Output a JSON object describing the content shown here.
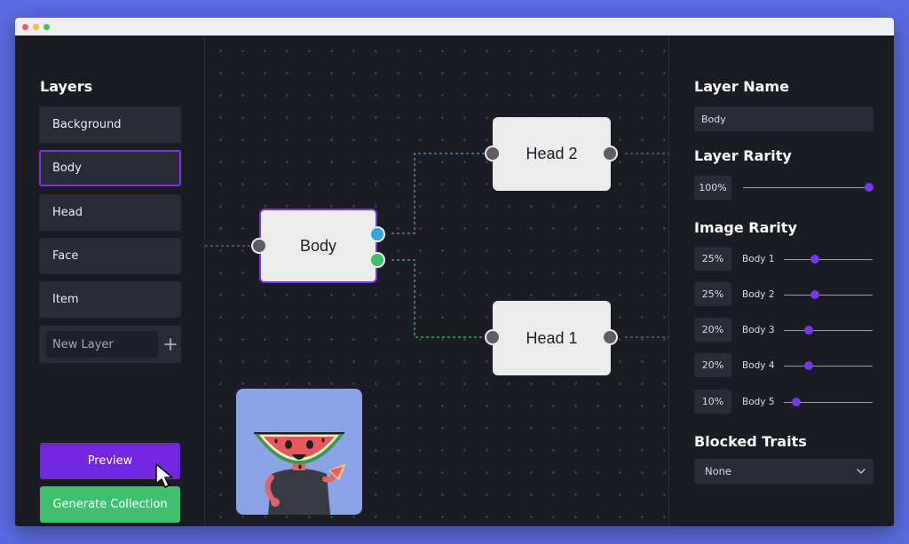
{
  "left_panel": {
    "title": "Layers",
    "layers": [
      {
        "label": "Background",
        "selected": false
      },
      {
        "label": "Body",
        "selected": true
      },
      {
        "label": "Head",
        "selected": false
      },
      {
        "label": "Face",
        "selected": false
      },
      {
        "label": "Item",
        "selected": false
      }
    ],
    "new_layer_placeholder": "New Layer",
    "add_icon": "plus-icon",
    "preview_label": "Preview",
    "generate_label": "Generate Collection"
  },
  "canvas": {
    "nodes": {
      "body": "Body",
      "head2": "Head 2",
      "head1": "Head 1"
    },
    "edge_colors": {
      "blue": "#39a4d8",
      "green": "#3ec070",
      "gray": "#5d5d66"
    }
  },
  "right_panel": {
    "layer_name_title": "Layer Name",
    "layer_name_value": "Body",
    "layer_rarity_title": "Layer Rarity",
    "layer_rarity_value": "100%",
    "layer_rarity_fraction": 1.0,
    "image_rarity_title": "Image Rarity",
    "images": [
      {
        "pct": "25%",
        "label": "Body 1",
        "fraction": 0.25
      },
      {
        "pct": "25%",
        "label": "Body 2",
        "fraction": 0.25
      },
      {
        "pct": "20%",
        "label": "Body 3",
        "fraction": 0.2
      },
      {
        "pct": "20%",
        "label": "Body 4",
        "fraction": 0.2
      },
      {
        "pct": "10%",
        "label": "Body 5",
        "fraction": 0.1
      }
    ],
    "blocked_traits_title": "Blocked Traits",
    "blocked_traits_value": "None"
  },
  "colors": {
    "accent": "#7a35e8",
    "preview_button": "#7126e0",
    "generate_button": "#3ec070",
    "background": "#5a6ae0",
    "window": "#1c1c25"
  }
}
